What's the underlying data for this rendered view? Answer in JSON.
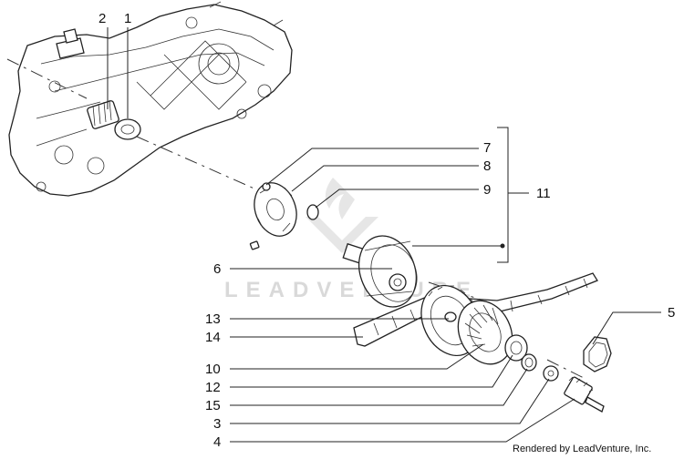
{
  "watermark": "LEADVENTURE",
  "credit": "Rendered by LeadVenture, Inc.",
  "callouts": [
    {
      "id": "2",
      "text": "2"
    },
    {
      "id": "1",
      "text": "1"
    },
    {
      "id": "7",
      "text": "7"
    },
    {
      "id": "8",
      "text": "8"
    },
    {
      "id": "9",
      "text": "9"
    },
    {
      "id": "11",
      "text": "11"
    },
    {
      "id": "6",
      "text": "6"
    },
    {
      "id": "13",
      "text": "13"
    },
    {
      "id": "14",
      "text": "14"
    },
    {
      "id": "10",
      "text": "10"
    },
    {
      "id": "12",
      "text": "12"
    },
    {
      "id": "15",
      "text": "15"
    },
    {
      "id": "3",
      "text": "3"
    },
    {
      "id": "4",
      "text": "4"
    },
    {
      "id": "5",
      "text": "5"
    }
  ]
}
